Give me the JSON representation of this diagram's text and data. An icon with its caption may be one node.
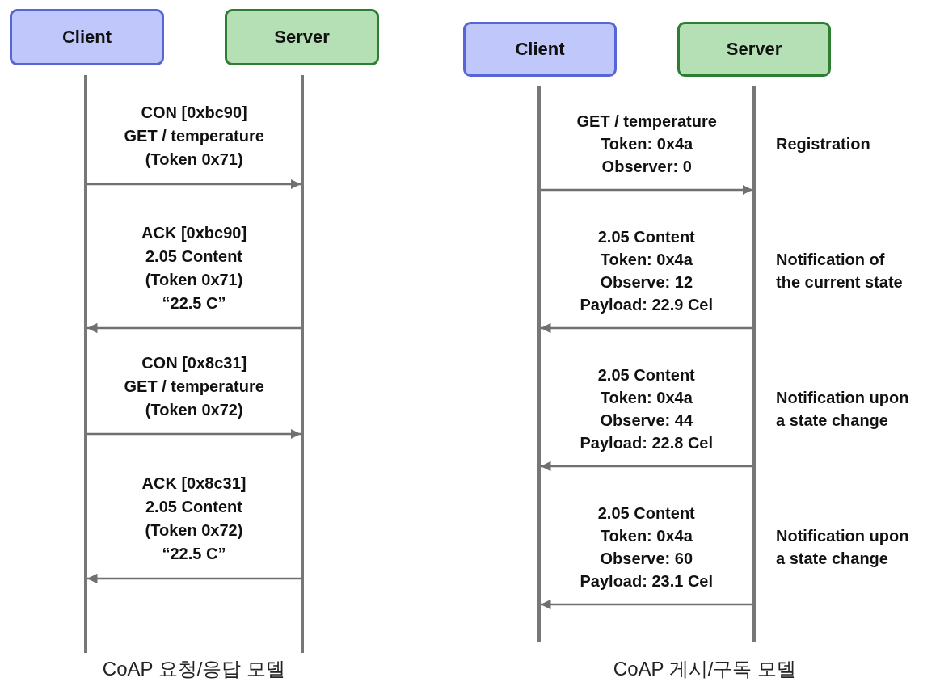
{
  "diagram": {
    "nodes": [
      {
        "text": [
          "Client"
        ]
      },
      {
        "text": [
          "Server"
        ]
      },
      {
        "text": [
          "Client"
        ]
      },
      {
        "text": [
          "Server"
        ]
      },
      {
        "text": [],
        "shape": "bar"
      },
      {
        "text": [],
        "shape": "bar"
      },
      {
        "text": [],
        "shape": "bar"
      },
      {
        "text": [],
        "shape": "bar"
      }
    ],
    "edges": [
      {
        "from": 4,
        "to": 5,
        "arrow": "to",
        "label": "CON [0xbc90] GET / temperature (Token 0x71)"
      },
      {
        "from": 5,
        "to": 4,
        "arrow": "to",
        "label": "ACK [0xbc90] 2.05 Content (Token 0x71) “22.5 C”"
      },
      {
        "from": 4,
        "to": 5,
        "arrow": "to",
        "label": "CON [0x8c31] GET / temperature (Token 0x72)"
      },
      {
        "from": 5,
        "to": 4,
        "arrow": "to",
        "label": "ACK [0x8c31] 2.05 Content (Token 0x72) “22.5 C”"
      },
      {
        "from": 6,
        "to": 7,
        "arrow": "to",
        "label": "GET / temperature Token: 0x4a Observer: 0"
      },
      {
        "from": 7,
        "to": 6,
        "arrow": "to",
        "label": "2.05 Content Token: 0x4a Observe: 12 Payload: 22.9 Cel"
      },
      {
        "from": 7,
        "to": 6,
        "arrow": "to",
        "label": "2.05 Content Token: 0x4a Observe: 44 Payload: 22.8 Cel"
      },
      {
        "from": 7,
        "to": 6,
        "arrow": "to",
        "label": "2.05 Content Token: 0x4a Observe: 60 Payload: 23.1 Cel"
      }
    ],
    "labels": [
      "Registration",
      "Notification of the current state",
      "Notification upon a state change",
      "Notification upon a state change",
      "CoAP 요청/응답 모델",
      "CoAP 게시/구독 모델"
    ]
  }
}
